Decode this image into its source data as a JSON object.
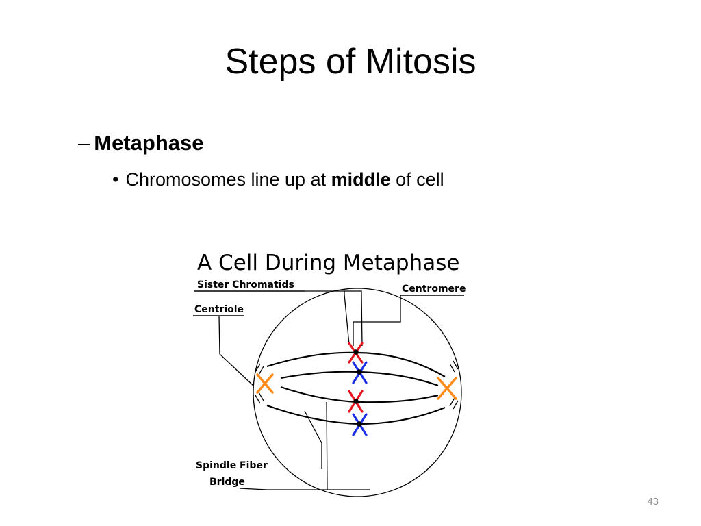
{
  "slide": {
    "title": "Steps of Mitosis",
    "bullet_level1": {
      "dash": "–",
      "term": "Metaphase"
    },
    "bullet_level2": {
      "bullet": "•",
      "text_before": "Chromosomes line up at ",
      "text_bold": "middle",
      "text_after": " of cell"
    },
    "page_number": "43"
  },
  "diagram": {
    "title": "A Cell During Metaphase",
    "labels": {
      "sister_chromatids": "Sister Chromatids",
      "centromere": "Centromere",
      "centriole": "Centriole",
      "spindle_fiber_line1": "Spindle Fiber",
      "spindle_fiber_line2": "Bridge"
    },
    "colors": {
      "centriole": "#ff8c1a",
      "chromosome_red": "#e8141e",
      "chromosome_blue": "#1a2ee8",
      "centromere": "#000000",
      "outline": "#000000"
    }
  }
}
